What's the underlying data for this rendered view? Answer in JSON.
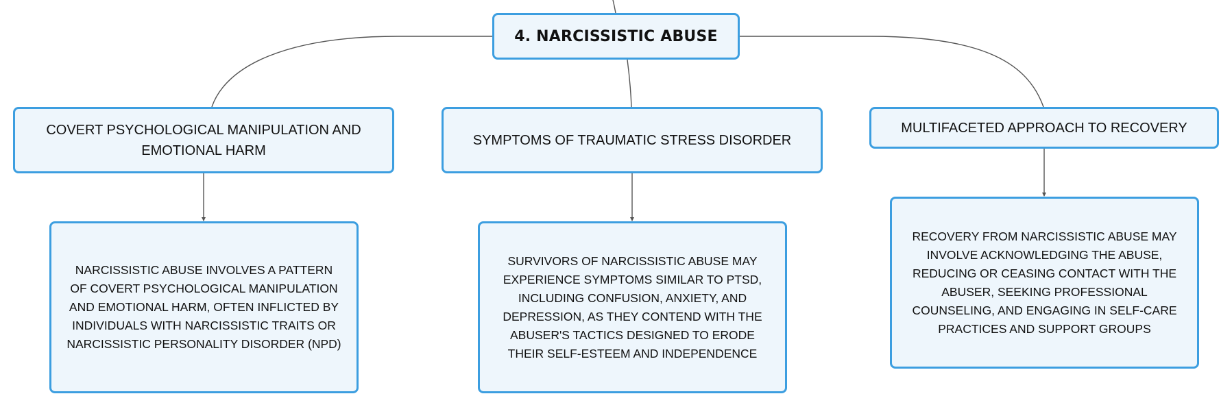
{
  "map": {
    "root": {
      "label": "4. NARCISSISTIC ABUSE"
    },
    "branches": [
      {
        "label": "COVERT PSYCHOLOGICAL MANIPULATION AND EMOTIONAL HARM",
        "detail": "NARCISSISTIC ABUSE INVOLVES A PATTERN OF COVERT PSYCHOLOGICAL MANIPULATION AND EMOTIONAL HARM, OFTEN INFLICTED BY INDIVIDUALS WITH NARCISSISTIC TRAITS OR NARCISSISTIC PERSONALITY DISORDER (NPD)"
      },
      {
        "label": "SYMPTOMS OF TRAUMATIC STRESS DISORDER",
        "detail": "SURVIVORS OF NARCISSISTIC ABUSE MAY EXPERIENCE SYMPTOMS SIMILAR TO PTSD, INCLUDING CONFUSION, ANXIETY, AND DEPRESSION, AS THEY CONTEND WITH THE ABUSER'S TACTICS DESIGNED TO ERODE THEIR SELF-ESTEEM AND INDEPENDENCE"
      },
      {
        "label": "MULTIFACETED APPROACH TO RECOVERY",
        "detail": "RECOVERY FROM NARCISSISTIC ABUSE MAY INVOLVE ACKNOWLEDGING THE ABUSE, REDUCING OR CEASING CONTACT WITH THE ABUSER, SEEKING PROFESSIONAL COUNSELING, AND ENGAGING IN SELF-CARE PRACTICES AND SUPPORT GROUPS"
      }
    ]
  },
  "colors": {
    "node_fill": "#eef6fc",
    "node_border": "#3c9ee0",
    "connector": "#555555",
    "text": "#111111"
  }
}
